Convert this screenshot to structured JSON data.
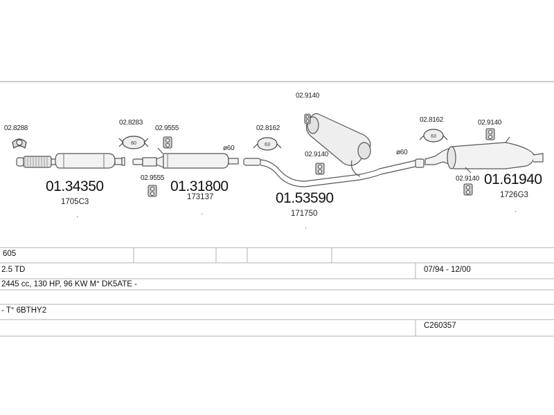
{
  "parts": {
    "clamp_1": "02.8288",
    "pipe_front": {
      "code": "01.34350",
      "ref": "1705C3"
    },
    "gasket_1": "02.8283",
    "hanger_1": "02.9555",
    "hanger_2": "02.9555",
    "pipe_center": {
      "code": "01.31800",
      "ref": "173137"
    },
    "dia_1": "ø60",
    "gasket_2": "02.8162",
    "hanger_3": "02.9140",
    "hanger_4": "02.9140",
    "pipe_mid": {
      "code": "01.53590",
      "ref": "171750"
    },
    "dia_2": "ø60",
    "gasket_3": "02.8162",
    "hanger_5": "02.9140",
    "hanger_6": "02.9140",
    "silencer_rear": {
      "code": "01.61940",
      "ref": "1726G3"
    }
  },
  "table": {
    "row1": "605",
    "row2_left": "2.5 TD",
    "row2_right": "07/94 - 12/00",
    "row3": "2445 cc, 130 HP, 96 KW M° DK5ATE -",
    "row4": "- T° 6BTHY2",
    "row5_right": "C260357"
  },
  "colors": {
    "line": "#7a7a7a",
    "part": "#555555",
    "fill": "#f2f2f2"
  }
}
